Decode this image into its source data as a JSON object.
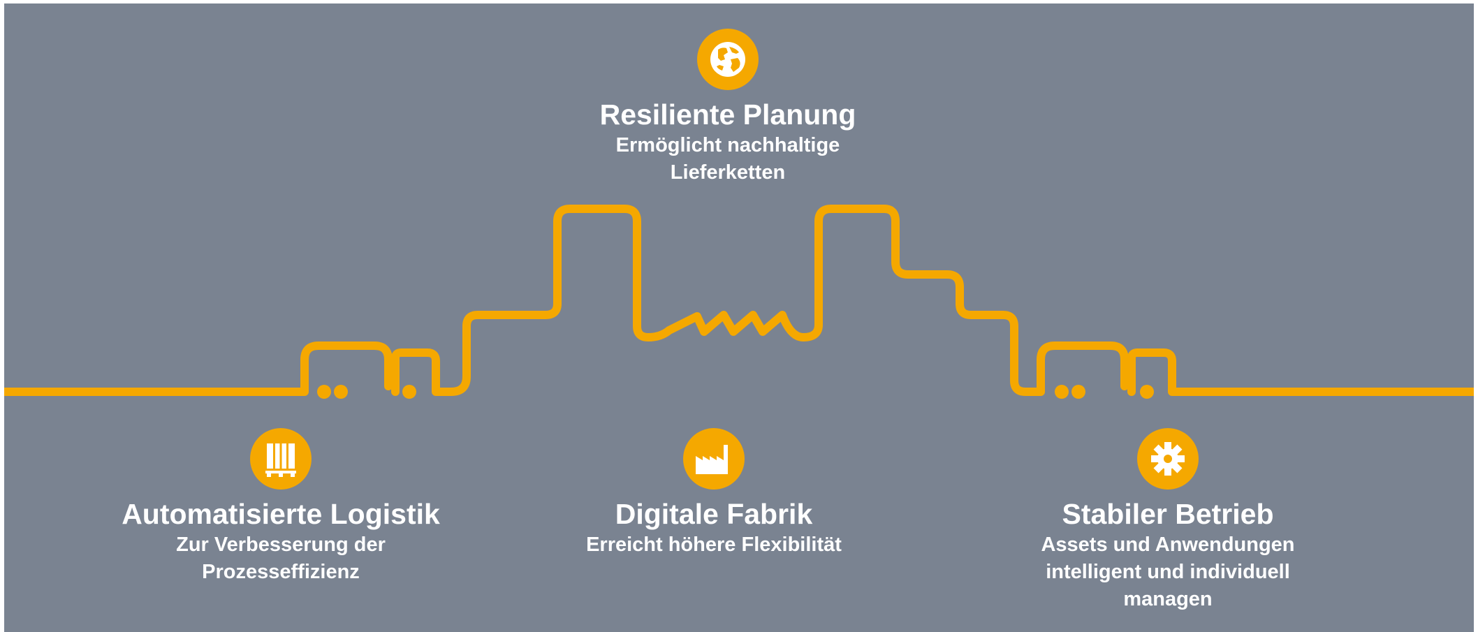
{
  "colors": {
    "background": "#7a8391",
    "accent": "#f5a800",
    "text": "#ffffff"
  },
  "features": {
    "planning": {
      "icon": "globe-icon",
      "title": "Resiliente Planung",
      "subtitle_line1": "Ermöglicht nachhaltige",
      "subtitle_line2": "Lieferketten"
    },
    "logistics": {
      "icon": "pallet-icon",
      "title": "Automatisierte Logistik",
      "subtitle_line1": "Zur Verbesserung der",
      "subtitle_line2": "Prozesseffizienz"
    },
    "factory": {
      "icon": "factory-icon",
      "title": "Digitale Fabrik",
      "subtitle_line1": "Erreicht höhere Flexibilität"
    },
    "operations": {
      "icon": "gear-icon",
      "title": "Stabiler Betrieb",
      "subtitle_line1": "Assets und Anwendungen",
      "subtitle_line2": "intelligent und individuell",
      "subtitle_line3": "managen"
    }
  }
}
